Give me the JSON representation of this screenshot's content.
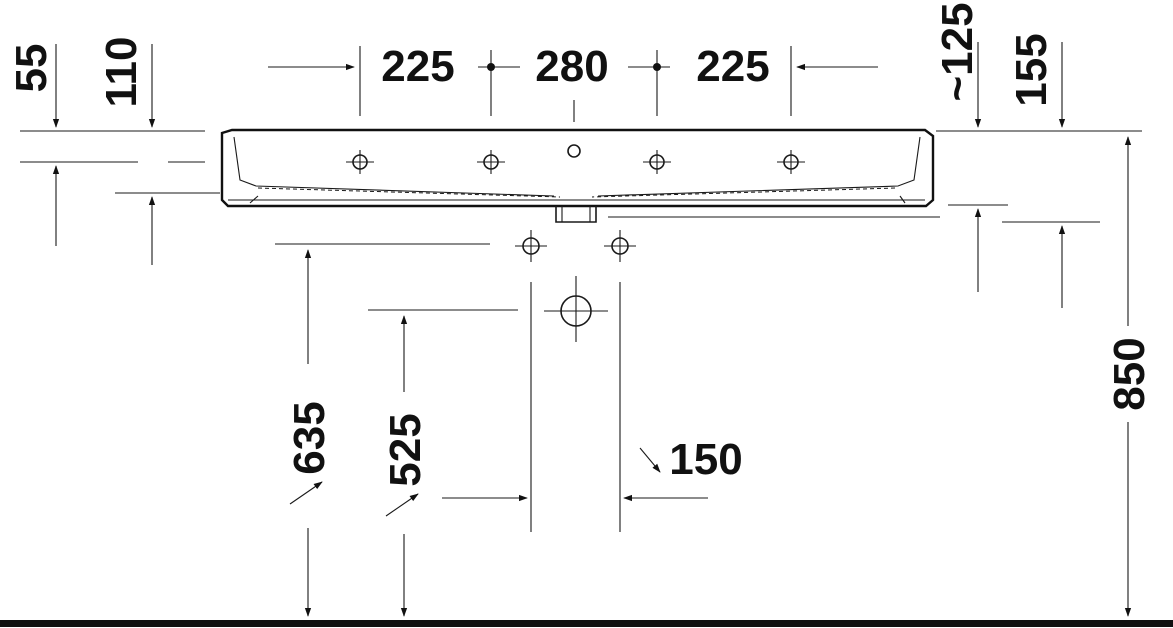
{
  "diagram": {
    "dimensions": {
      "d55": "55",
      "d110": "110",
      "d225_left": "225",
      "d280": "280",
      "d225_right": "225",
      "d125": "~125",
      "d155": "155",
      "d635": "635",
      "d525": "525",
      "d150": "150",
      "d850": "850"
    }
  }
}
